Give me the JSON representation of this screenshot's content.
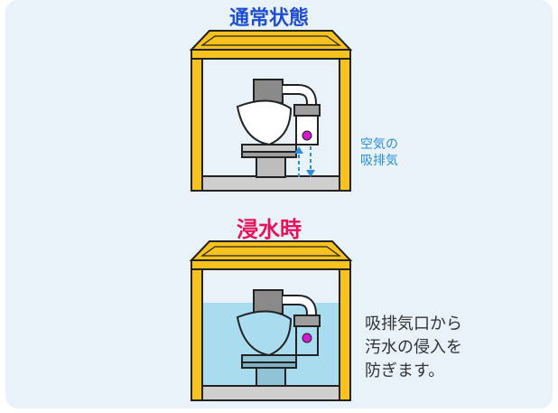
{
  "normal": {
    "title": "通常状態",
    "note_line1": "空気の",
    "note_line2": "吸排気"
  },
  "flood": {
    "title": "浸水時",
    "note_line1": "吸排気口から",
    "note_line2": "汚水の侵入を",
    "note_line3": "防ぎます。"
  },
  "colors": {
    "frame": "#f7c21d",
    "frame_outline": "#222222",
    "water": "#aadcf0",
    "air_arrow": "#2a8fd6",
    "valve_ball": "#d11ad1",
    "title_normal": "#1f4fcf",
    "title_flood": "#e8115a"
  },
  "icons": [
    "toilet-icon",
    "valve-icon",
    "pipe-icon",
    "air-arrow-icon"
  ]
}
